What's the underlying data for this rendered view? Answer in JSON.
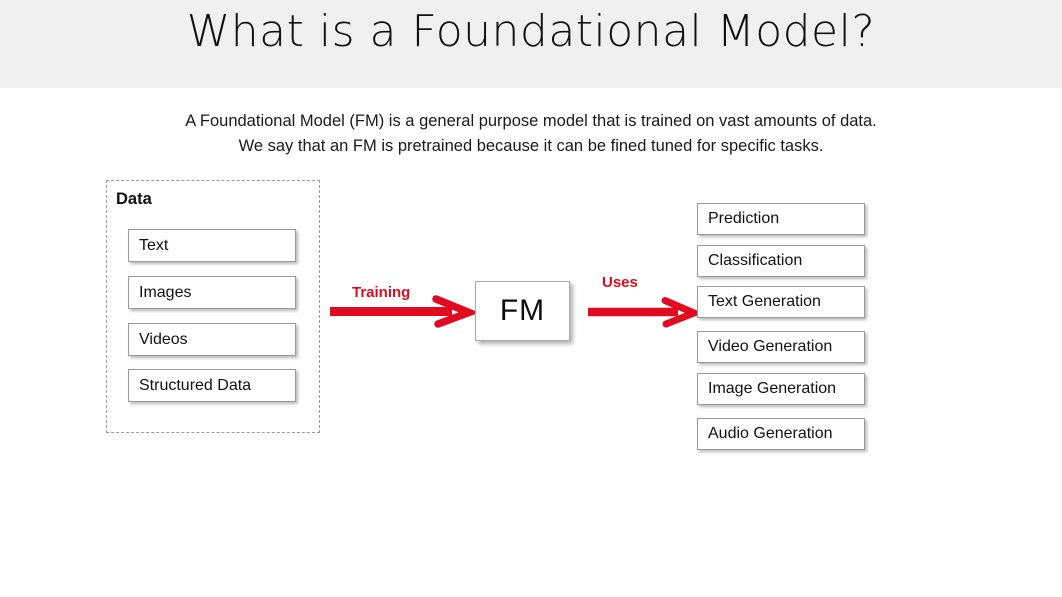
{
  "slide": {
    "title": "What is a Foundational Model?",
    "subtitle_lines": [
      "A Foundational Model (FM) is a general purpose model that is trained on vast amounts of data.",
      "We say that an FM is pretrained because it can be fined tuned for specific tasks."
    ],
    "colors": {
      "header_band": "#f0f0f0",
      "arrow_red": "#e00b1e",
      "box_border": "#9a9a9a",
      "dashed_border": "#9b9b9b",
      "text": "#111111",
      "background": "#ffffff"
    }
  },
  "data_group": {
    "label": "Data",
    "items": [
      {
        "label": "Text"
      },
      {
        "label": "Images"
      },
      {
        "label": "Videos"
      },
      {
        "label": "Structured Data"
      }
    ]
  },
  "model": {
    "label": "FM"
  },
  "arrows": [
    {
      "label": "Training",
      "name": "training-arrow"
    },
    {
      "label": "Uses",
      "name": "uses-arrow"
    }
  ],
  "outputs": {
    "items": [
      {
        "label": "Prediction"
      },
      {
        "label": "Classification"
      },
      {
        "label": "Text Generation"
      },
      {
        "label": "Video Generation"
      },
      {
        "label": "Image Generation"
      },
      {
        "label": "Audio Generation"
      }
    ]
  }
}
